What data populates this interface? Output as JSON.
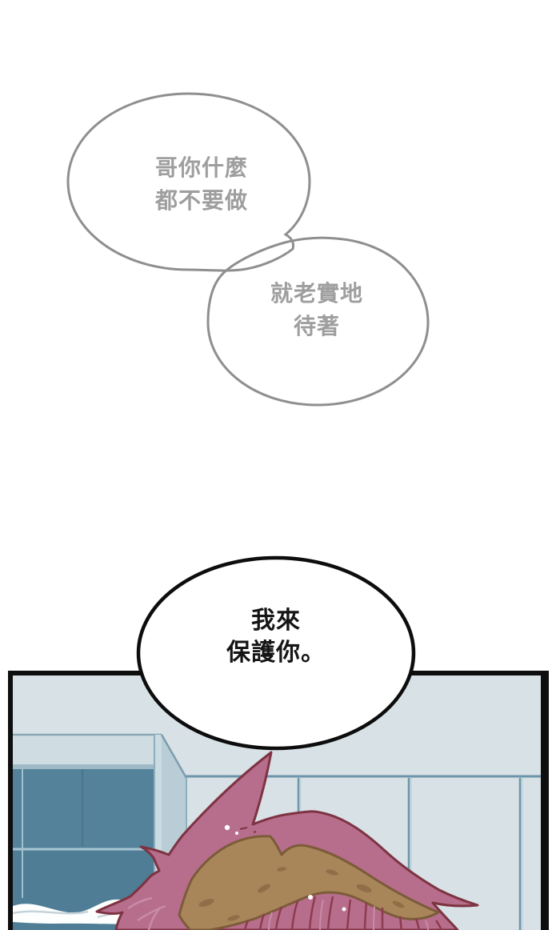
{
  "page_type": "comic-panel",
  "bubbles": [
    {
      "name": "speech-bubble-1",
      "lines": [
        "哥你什麼",
        "都不要做"
      ],
      "text_color": "#9e9e9e",
      "outline_color": "#8f8f8f",
      "fill": "#ffffff"
    },
    {
      "name": "speech-bubble-2",
      "lines": [
        "就老實地",
        "待著"
      ],
      "text_color": "#9e9e9e",
      "outline_color": "#8f8f8f",
      "fill": "#ffffff"
    },
    {
      "name": "speech-bubble-3",
      "lines": [
        "我來",
        "保護你。"
      ],
      "text_color": "#151515",
      "outline_color": "#0d0d0d",
      "fill": "#ffffff"
    }
  ],
  "panel": {
    "border_color": "#0e0e0e",
    "wall_color": "#d8e1e5",
    "wall_line_color": "#6c94aa",
    "cabinet_front_color": "#54829b",
    "cabinet_top_color": "#cfdce2",
    "sheet_color": "#fdfefe",
    "sheet_base_color": "#4e7d95",
    "hair_color": "#b66e8c",
    "hair_outline_color": "#7e3342",
    "headband_color": "#a8865a",
    "headband_outline_color": "#7c5b39"
  }
}
